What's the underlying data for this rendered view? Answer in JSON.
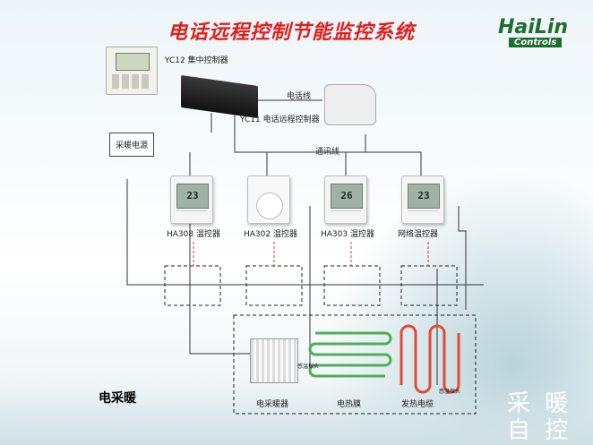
{
  "title": "电话远程控制节能监控系统",
  "logo": {
    "main": "HaiLin",
    "sub": "Controls"
  },
  "devices": {
    "yc12": "YC12 集中控制器",
    "yc11": "YC11 电话远程控制器",
    "phone_line": "电话线",
    "comm_line": "通讯线",
    "power": "采暖电源"
  },
  "thermostats": [
    {
      "label": "HA308 温控器",
      "display": "23"
    },
    {
      "label": "HA302 温控器",
      "display": ""
    },
    {
      "label": "HA303 温控器",
      "display": "26"
    },
    {
      "label": "网络温控器",
      "display": "23"
    }
  ],
  "heaters": {
    "electric_heater": "电采暖器",
    "heating_film": "电热膜",
    "heating_cable": "发热电缆",
    "sensor1": "感温探头",
    "sensor2": "感温探头"
  },
  "category": "电采暖",
  "corner": {
    "line1": "采 暖",
    "line2": "自 控"
  },
  "colors": {
    "title": "#e0201c",
    "logo": "#1d6e2f",
    "pipe": "#e04a3a",
    "film": "#4fae5a"
  }
}
